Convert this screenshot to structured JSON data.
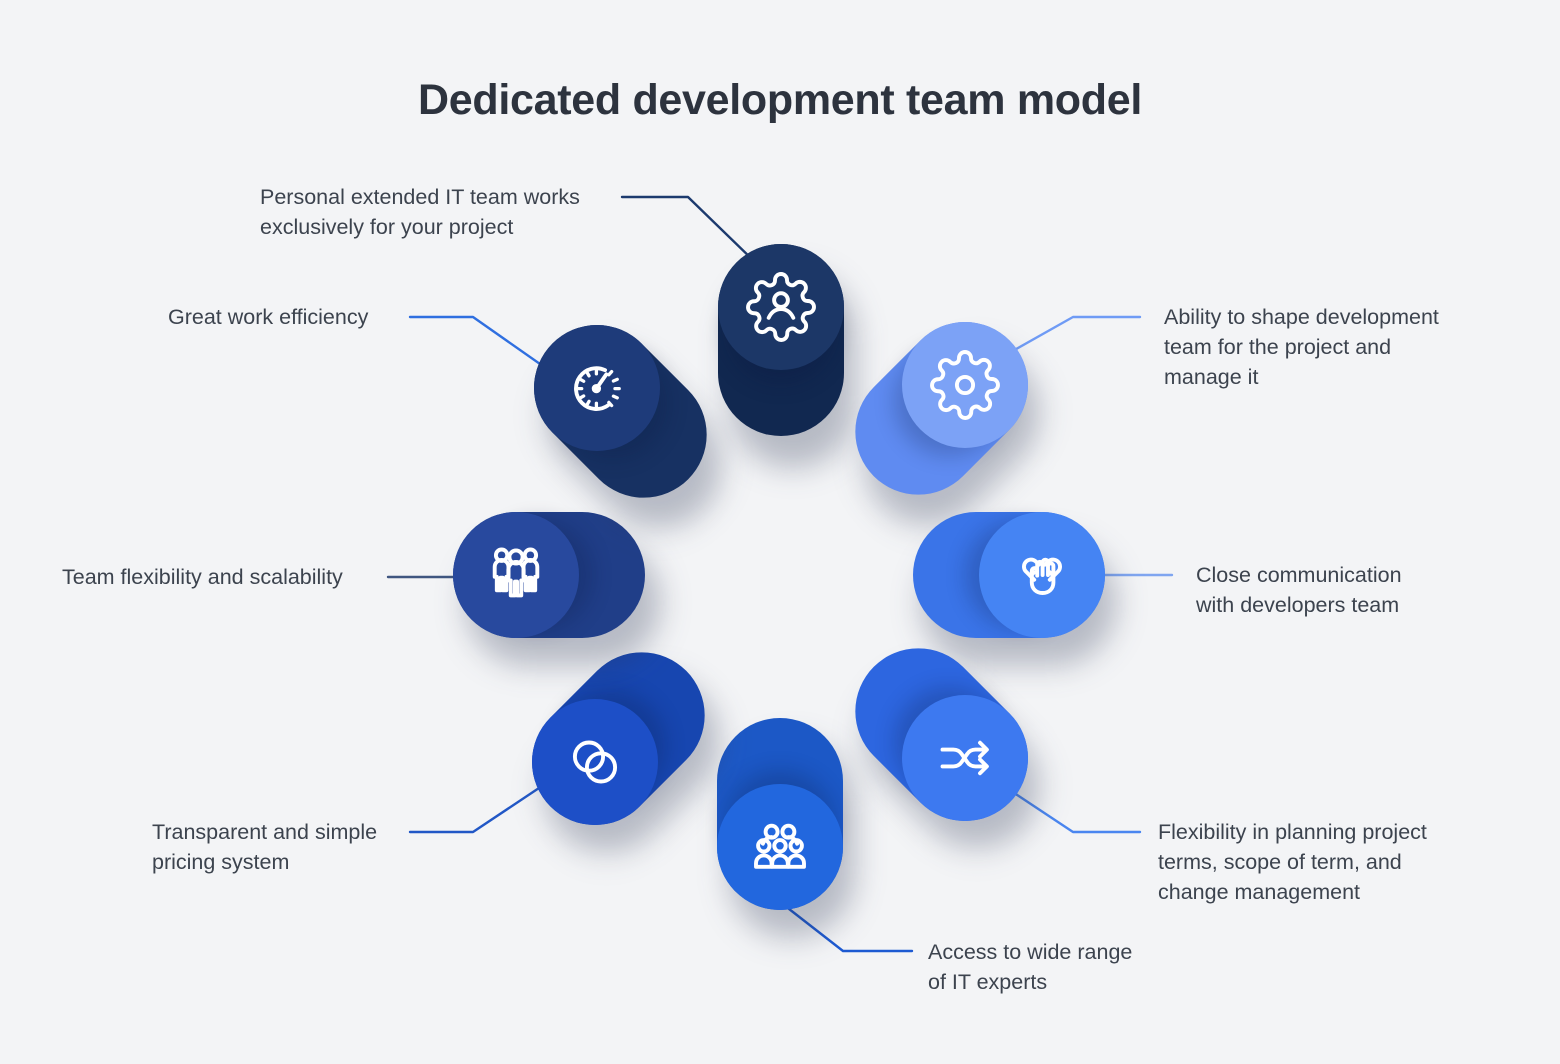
{
  "title": "Dedicated development team model",
  "background": "#f3f4f6",
  "title_color": "#2d333e",
  "text_color": "#3c434e",
  "items": [
    {
      "id": "personal-it-team",
      "position": "top",
      "label": "Personal extended IT team works\nexclusively for your project",
      "icon": "user-gear-icon",
      "face_color": "#1C3767",
      "body_color": "#112850",
      "line_color": "#1C3A6E"
    },
    {
      "id": "ability-shape-team",
      "position": "top-right",
      "label": "Ability to shape development\nteam for the project and\nmanage it",
      "icon": "gear-icon",
      "face_color": "#7CA2F6",
      "body_color": "#5F8BF1",
      "line_color": "#6F9BF5"
    },
    {
      "id": "close-communication",
      "position": "right",
      "label": "Close communication\nwith developers team",
      "icon": "hands-together-icon",
      "face_color": "#4584F3",
      "body_color": "#3A74E8",
      "line_color": "#7FA5F0"
    },
    {
      "id": "flexibility-planning",
      "position": "bottom-right",
      "label": "Flexibility in planning project\nterms, scope of term, and\nchange management",
      "icon": "shuffle-arrows-icon",
      "face_color": "#3D79F0",
      "body_color": "#2D66E0",
      "line_color": "#4A86F0"
    },
    {
      "id": "access-it-experts",
      "position": "bottom",
      "label": "Access to wide range\nof IT experts",
      "icon": "people-group-icon",
      "face_color": "#2267DE",
      "body_color": "#1C58C6",
      "line_color": "#1D5AD2"
    },
    {
      "id": "transparent-pricing",
      "position": "bottom-left",
      "label": "Transparent and simple\npricing system",
      "icon": "overlapping-circles-icon",
      "face_color": "#1D4FC7",
      "body_color": "#1746B0",
      "line_color": "#2157C6"
    },
    {
      "id": "team-flexibility",
      "position": "left",
      "label": "Team flexibility and scalability",
      "icon": "three-people-icon",
      "face_color": "#28499E",
      "body_color": "#203E88",
      "line_color": "#3F5680"
    },
    {
      "id": "great-work-efficiency",
      "position": "top-left",
      "label": "Great work efficiency",
      "icon": "speedometer-icon",
      "face_color": "#1E3B7A",
      "body_color": "#173162",
      "line_color": "#2F6FE0"
    }
  ]
}
